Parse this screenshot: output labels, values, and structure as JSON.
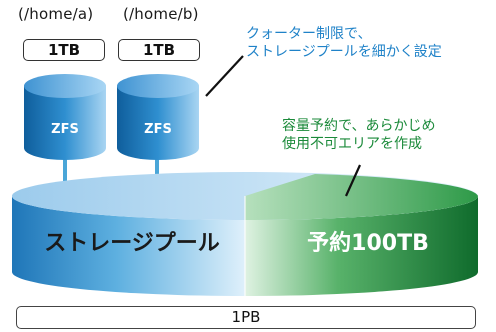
{
  "datasets": [
    {
      "path": "(/home/a)",
      "quota": "1TB",
      "fs": "ZFS"
    },
    {
      "path": "(/home/b)",
      "quota": "1TB",
      "fs": "ZFS"
    }
  ],
  "quota_note": [
    "クォーター制限で、",
    "ストレージプールを細かく設定"
  ],
  "reserve_note": [
    "容量予約で、あらかじめ",
    "使用不可エリアを作成"
  ],
  "pool": {
    "label": "ストレージプール",
    "reserved_label": "予約100TB",
    "capacity": "1PB"
  },
  "colors": {
    "blue": "#1f82c8",
    "green": "#1b8a3a"
  }
}
